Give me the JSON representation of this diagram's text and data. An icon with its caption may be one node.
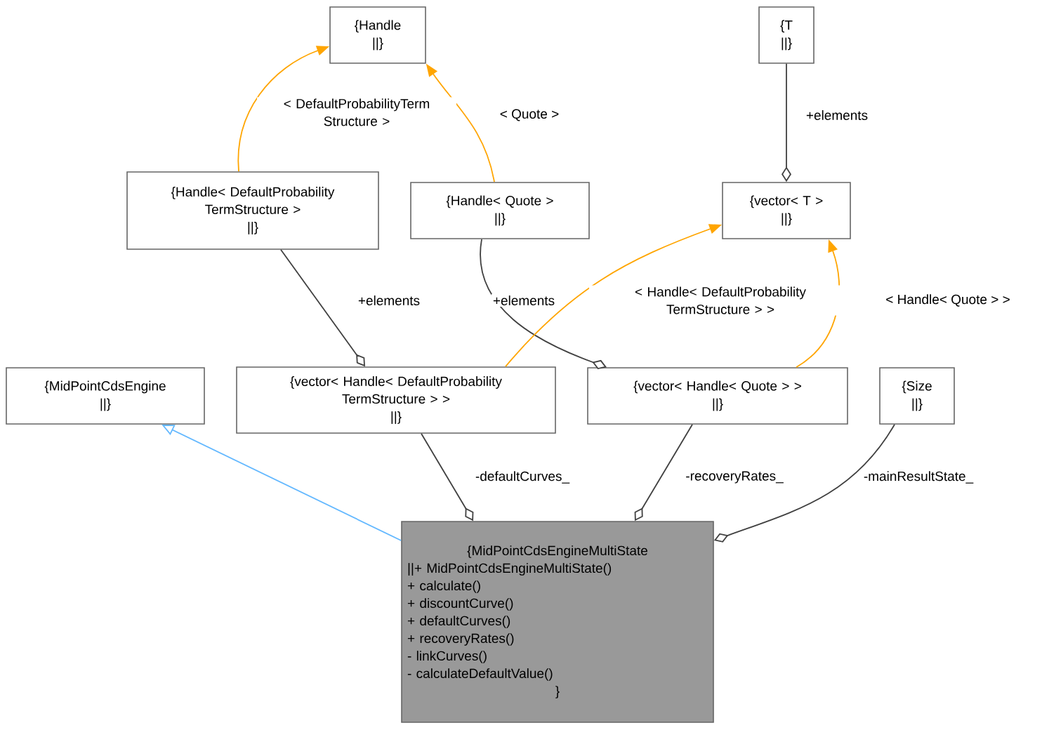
{
  "diagram": {
    "nodes": [
      {
        "text": [
          "{Handle",
          "||}"
        ]
      },
      {
        "text": [
          "{T",
          "||}"
        ]
      },
      {
        "text": [
          "{Handle< DefaultProbability TermStructure >",
          "||}"
        ]
      },
      {
        "text": [
          "{Handle< Quote >",
          "||}"
        ]
      },
      {
        "text": [
          "{vector< T >",
          "||}"
        ]
      },
      {
        "text": [
          "{MidPointCdsEngine",
          "||}"
        ]
      },
      {
        "text": [
          "{vector< Handle< DefaultProbability TermStructure > >",
          "||}"
        ]
      },
      {
        "text": [
          "{vector< Handle< Quote > >",
          "||}"
        ]
      },
      {
        "text": [
          "{Size",
          "||}"
        ]
      },
      {
        "text": [
          "{MidPointCdsEngineMultiState",
          "||+ MidPointCdsEngineMultiState()",
          "+ calculate()",
          "+ discountCurve()",
          "+ defaultCurves()",
          "+ recoveryRates()",
          "- linkCurves()",
          "- calculateDefaultValue()",
          "}"
        ]
      }
    ],
    "edges": [
      {
        "from": 2,
        "to": 0,
        "arrow": "to",
        "label": "< DefaultProbabilityTerm Structure >",
        "color": "#ffa500"
      },
      {
        "from": 3,
        "to": 0,
        "arrow": "to",
        "label": "< Quote >",
        "color": "#ffa500"
      },
      {
        "from": 1,
        "to": 4,
        "arrow": "other",
        "label": "+elements"
      },
      {
        "from": 2,
        "to": 6,
        "arrow": "other",
        "label": "+elements"
      },
      {
        "from": 3,
        "to": 7,
        "arrow": "other",
        "label": "+elements"
      },
      {
        "from": 6,
        "to": 4,
        "arrow": "to",
        "label": "< Handle< DefaultProbability TermStructure > >",
        "color": "#ffa500"
      },
      {
        "from": 7,
        "to": 4,
        "arrow": "to",
        "label": "< Handle< Quote > >",
        "color": "#ffa500"
      },
      {
        "from": 9,
        "to": 5,
        "arrow": "to",
        "color": "#63b8ff"
      },
      {
        "from": 6,
        "to": 9,
        "arrow": "other",
        "label": "-defaultCurves_"
      },
      {
        "from": 7,
        "to": 9,
        "arrow": "other",
        "label": "-recoveryRates_"
      },
      {
        "from": 8,
        "to": 9,
        "arrow": "other",
        "label": "-mainResultState_"
      }
    ]
  }
}
